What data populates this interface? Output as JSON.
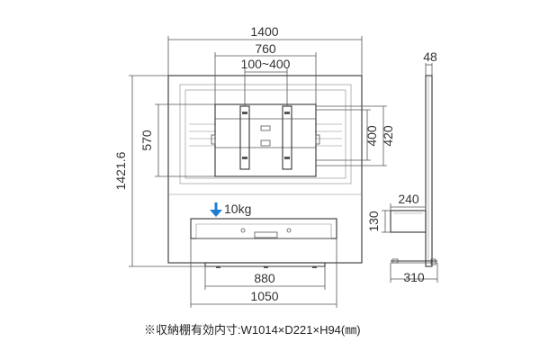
{
  "front_view": {
    "width_dim": "1400",
    "mount_outer_dim": "760",
    "mount_range_dim": "100~400",
    "height_left_dim": "570",
    "overall_height_dim": "1421.6",
    "vesa_inner_dim": "400",
    "vesa_outer_dim": "420",
    "shelf_load": "10kg",
    "base_inner_dim": "880",
    "base_outer_dim": "1050",
    "load_arrow_color": "#1e7fd0"
  },
  "side_view": {
    "depth_top_dim": "48",
    "shelf_depth_dim": "240",
    "shelf_height_dim": "130",
    "base_depth_dim": "310"
  },
  "note": "※収納棚有効内寸:W1014×D221×H94(㎜)"
}
